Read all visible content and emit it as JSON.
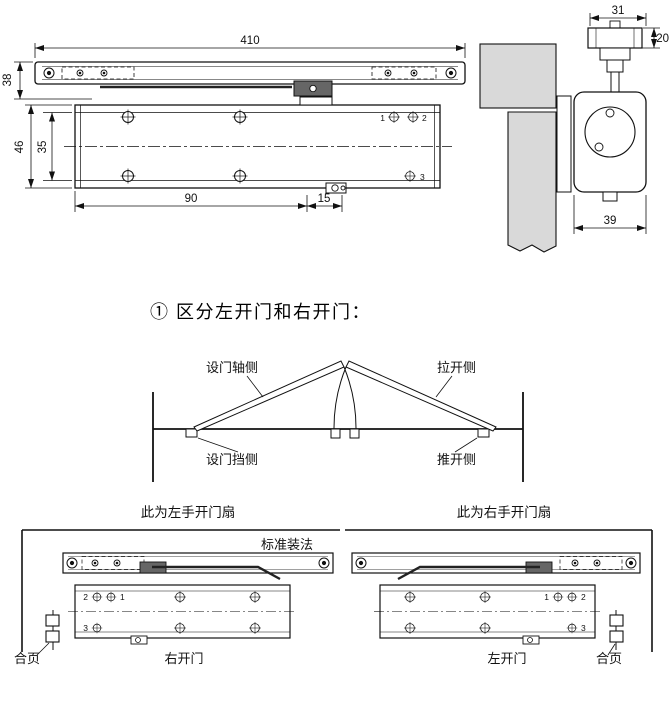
{
  "colors": {
    "line": "#111111",
    "section_gray": "#d9d9d9",
    "arm_dark": "#555555"
  },
  "top_view": {
    "dims": {
      "rail_length": "410",
      "rail_assembly_height": "38",
      "body_height": "46",
      "body_inner_height": "35",
      "valve_offset": "90",
      "valve_spacing": "15"
    },
    "hole_labels": {
      "n1": "1",
      "n2": "2",
      "n3": "3"
    }
  },
  "side_view": {
    "dims": {
      "track_depth": "31",
      "track_height": "20",
      "body_depth": "39"
    }
  },
  "swing_section": {
    "title": "① 区分左开门和右开门：",
    "labels": {
      "hinge_side": "设门轴侧",
      "pull_side": "拉开侧",
      "stop_side": "设门挡侧",
      "push_side": "推开侧"
    }
  },
  "install_left": {
    "title": "此为左手开门扇",
    "note": "标准装法",
    "door_direction": "右开门",
    "hinge": "合页",
    "hole_labels": {
      "n1": "1",
      "n2": "2",
      "n3": "3"
    }
  },
  "install_right": {
    "title": "此为右手开门扇",
    "door_direction": "左开门",
    "hinge": "合页",
    "hole_labels": {
      "n1": "1",
      "n2": "2",
      "n3": "3"
    }
  }
}
